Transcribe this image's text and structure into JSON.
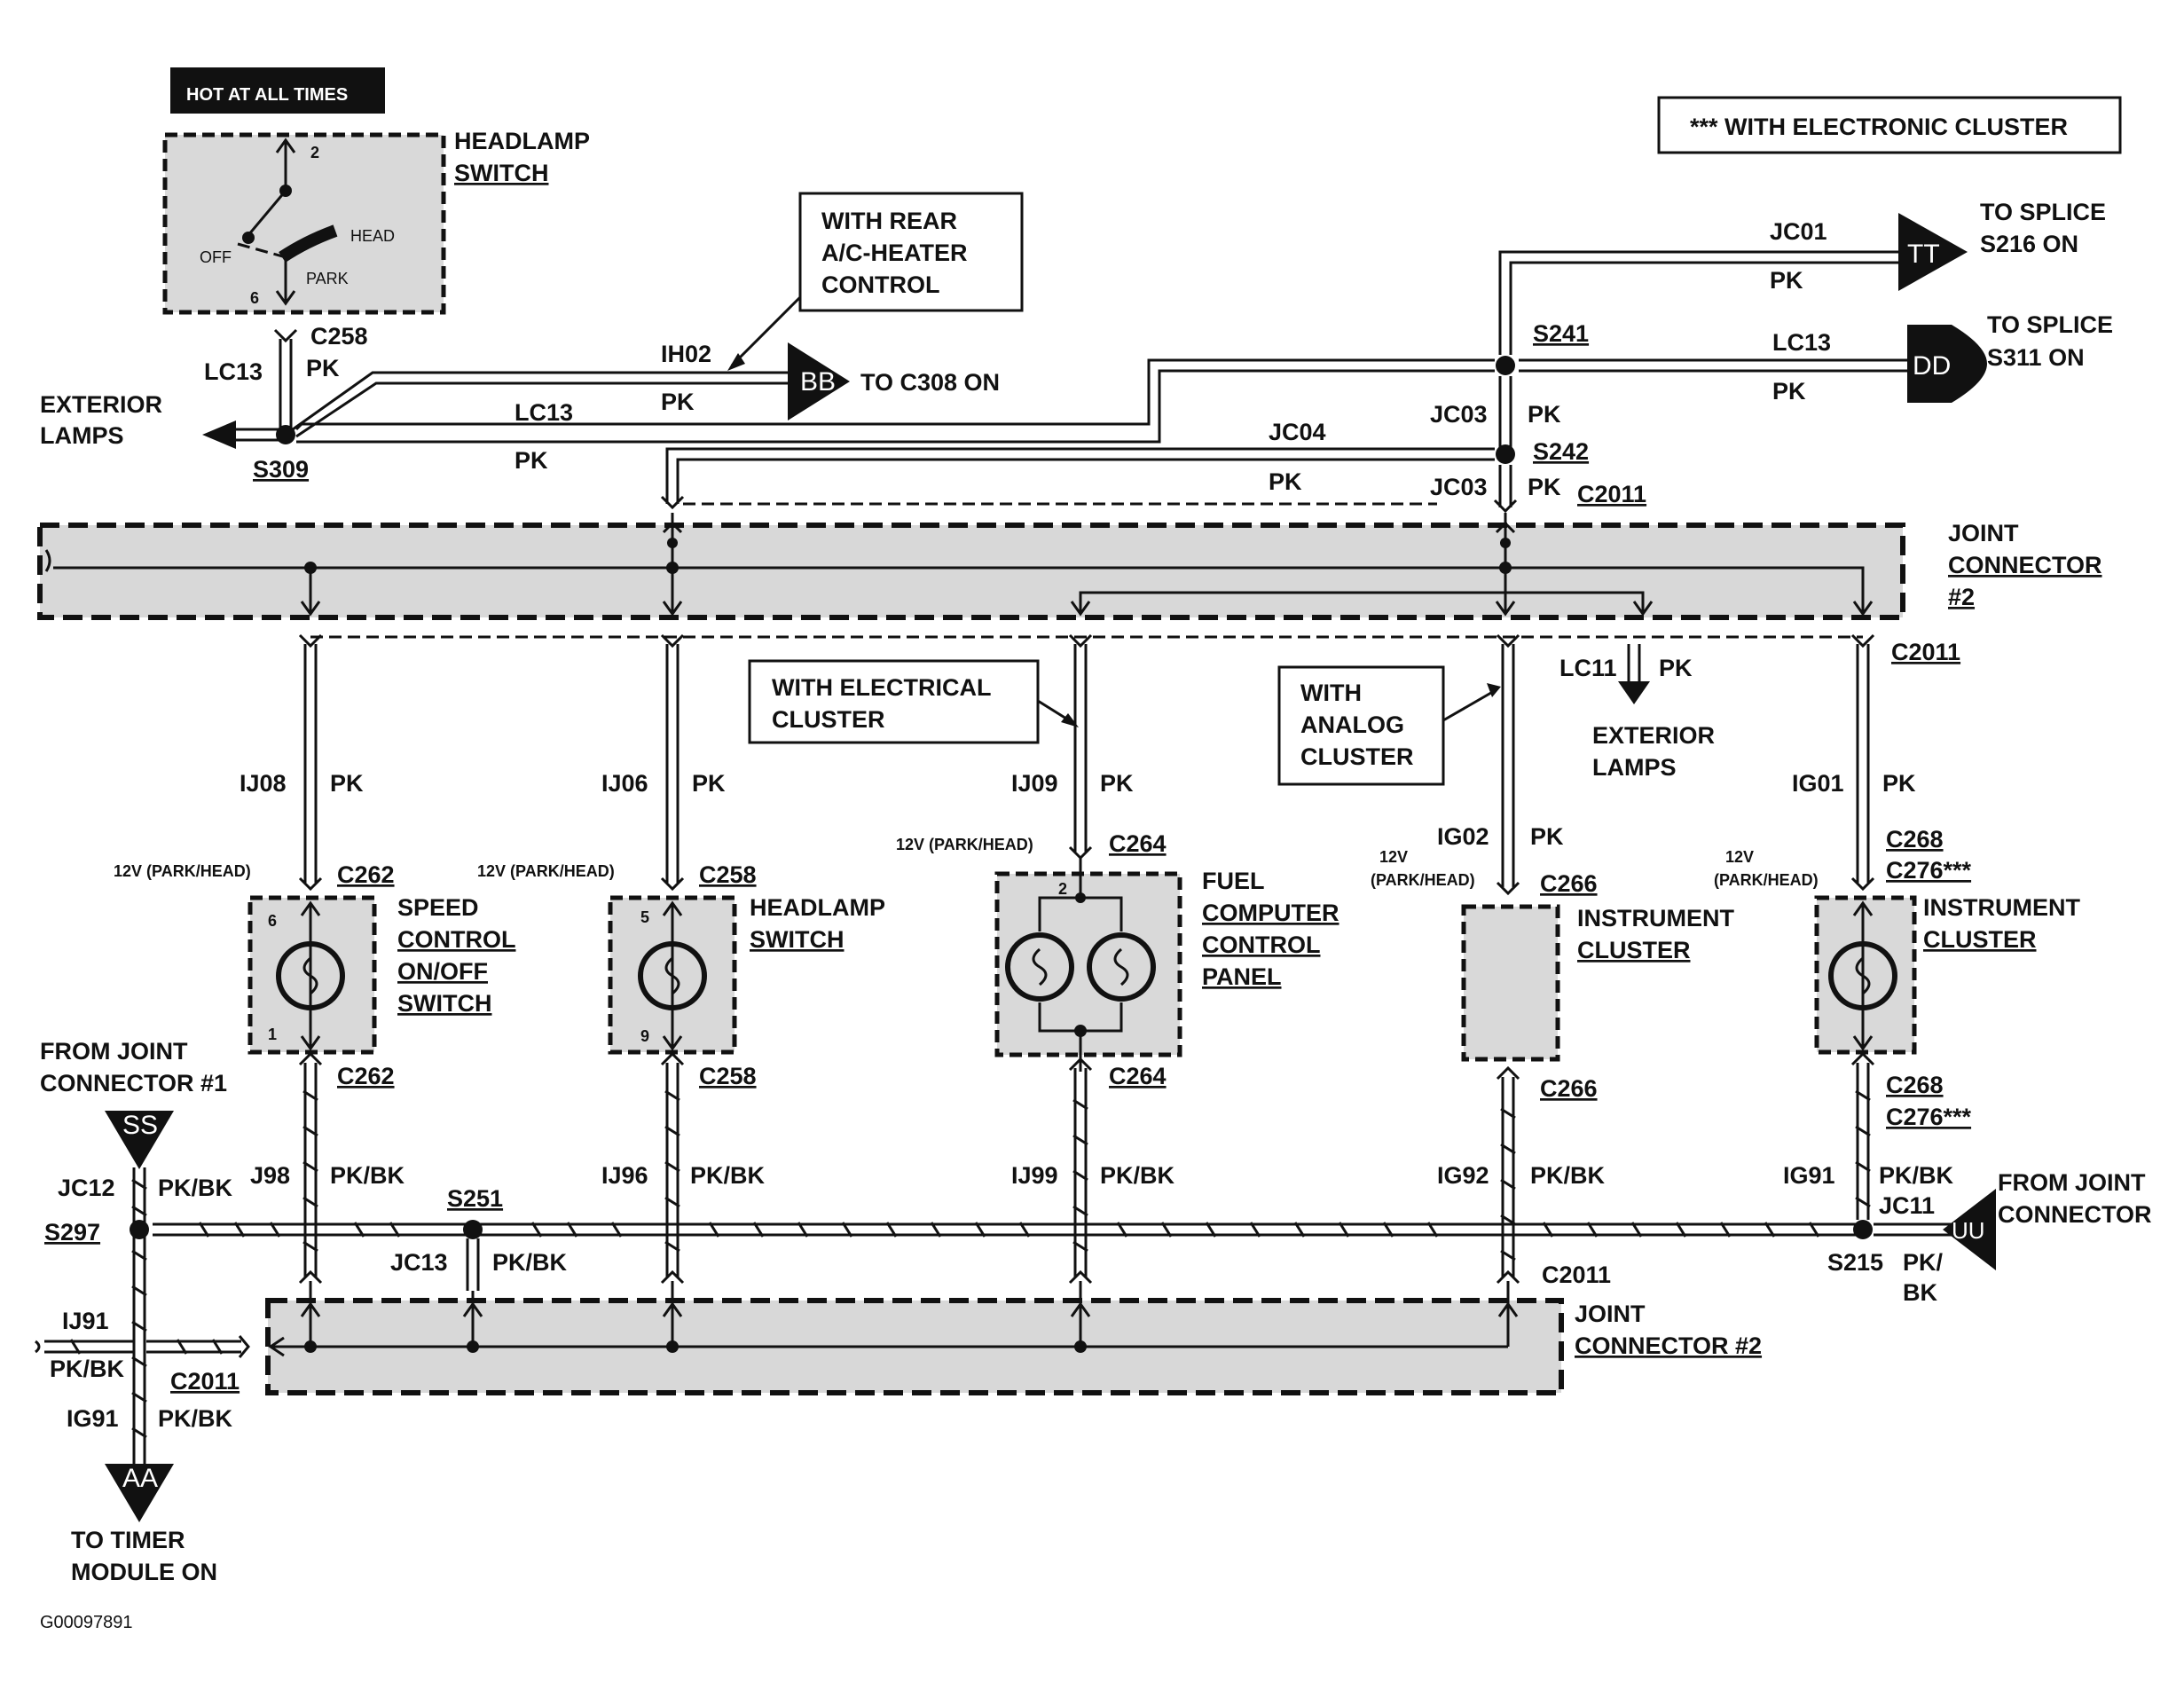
{
  "hot_label": "HOT AT ALL TIMES",
  "legend_note": "*** WITH ELECTRONIC CLUSTER",
  "figure_id": "G00097891",
  "headlamp_switch_top": {
    "title_1": "HEADLAMP",
    "title_2": "SWITCH",
    "pos_off": "OFF",
    "pos_head": "HEAD",
    "pos_park": "PARK",
    "pin_top": "2",
    "pin_bottom": "6",
    "connector": "C258",
    "color": "PK"
  },
  "left_area": {
    "exterior_lamps_1": "EXTERIOR",
    "exterior_lamps_2": "LAMPS",
    "circuit_lc13": "LC13",
    "splice_s309": "S309"
  },
  "rear_ac_note": {
    "line1": "WITH REAR",
    "line2": "A/C-HEATER",
    "line3": "CONTROL"
  },
  "top_wires": {
    "ih02": "IH02",
    "ih02_color": "PK",
    "bb_flag": "BB",
    "bb_dest": "TO C308 ON",
    "lc13_mid": "LC13",
    "lc13_mid_color": "PK",
    "jc01": "JC01",
    "jc01_color": "PK",
    "tt_flag": "TT",
    "tt_dest_1": "TO SPLICE",
    "tt_dest_2": "S216 ON",
    "s241": "S241",
    "lc13_right": "LC13",
    "lc13_right_color": "PK",
    "dd_flag": "DD",
    "dd_dest_1": "TO SPLICE",
    "dd_dest_2": "S311 ON",
    "jc03_a": "JC03",
    "jc03_a_color": "PK",
    "s242": "S242",
    "jc04": "JC04",
    "jc04_color": "PK",
    "jc03_b": "JC03",
    "jc03_b_color": "PK",
    "c2011_top": "C2011"
  },
  "joint_connector_top": {
    "line1": "JOINT",
    "line2": "CONNECTOR",
    "line3": "#2",
    "c2011": "C2011"
  },
  "notes": {
    "electrical_cluster_1": "WITH ELECTRICAL",
    "electrical_cluster_2": "CLUSTER",
    "analog_cluster_1": "WITH",
    "analog_cluster_2": "ANALOG",
    "analog_cluster_3": "CLUSTER"
  },
  "exterior_lamps_right": {
    "circuit": "LC11",
    "color": "PK",
    "line1": "EXTERIOR",
    "line2": "LAMPS"
  },
  "branches": [
    {
      "circuit": "IJ08",
      "color": "PK",
      "volt": "12V (PARK/HEAD)",
      "conn_top": "C262",
      "conn_bottom": "C262",
      "pin_top": "6",
      "pin_bottom": "1",
      "name_1": "SPEED",
      "name_2": "CONTROL",
      "name_3": "ON/OFF",
      "name_4": "SWITCH",
      "ret_circuit": "J98",
      "ret_color": "PK/BK"
    },
    {
      "circuit": "IJ06",
      "color": "PK",
      "volt": "12V (PARK/HEAD)",
      "conn_top": "C258",
      "conn_bottom": "C258",
      "pin_top": "5",
      "pin_bottom": "9",
      "name_1": "HEADLAMP",
      "name_2": "SWITCH",
      "ret_circuit": "IJ96",
      "ret_color": "PK/BK"
    },
    {
      "circuit": "IJ09",
      "color": "PK",
      "volt": "12V (PARK/HEAD)",
      "conn_top": "C264",
      "conn_bottom": "C264",
      "pin_top": "2",
      "name_1": "FUEL",
      "name_2": "COMPUTER",
      "name_3": "CONTROL",
      "name_4": "PANEL",
      "ret_circuit": "IJ99",
      "ret_color": "PK/BK"
    },
    {
      "circuit": "IG02",
      "color": "PK",
      "volt_1": "12V",
      "volt_2": "(PARK/HEAD)",
      "conn_top": "C266",
      "conn_bottom": "C266",
      "name_1": "INSTRUMENT",
      "name_2": "CLUSTER",
      "ret_circuit": "IG92",
      "ret_color": "PK/BK"
    },
    {
      "circuit": "IG01",
      "color": "PK",
      "volt_1": "12V",
      "volt_2": "(PARK/HEAD)",
      "conn_top": "C268",
      "conn_top_2": "C276***",
      "conn_bottom": "C268",
      "conn_bottom_2": "C276***",
      "name_1": "INSTRUMENT",
      "name_2": "CLUSTER",
      "ret_circuit": "IG91",
      "ret_color": "PK/BK"
    }
  ],
  "bottom": {
    "from_jc1_1": "FROM JOINT",
    "from_jc1_2": "CONNECTOR #1",
    "ss_flag": "SS",
    "jc12": "JC12",
    "jc12_color": "PK/BK",
    "s297": "S297",
    "s251": "S251",
    "jc13": "JC13",
    "jc13_color": "PK/BK",
    "ij91": "IJ91",
    "ij91_color": "PK/BK",
    "c2011_left": "C2011",
    "ig91": "IG91",
    "ig91_color": "PK/BK",
    "aa_flag": "AA",
    "timer_1": "TO TIMER",
    "timer_2": "MODULE ON",
    "jc11": "JC11",
    "s215": "S215",
    "s215_color_1": "PK/",
    "s215_color_2": "BK",
    "uu_flag": "UU",
    "from_jc_1": "FROM JOINT",
    "from_jc_2": "CONNECTOR",
    "c2011_bottom": "C2011",
    "jc2_bottom_1": "JOINT",
    "jc2_bottom_2": "CONNECTOR #2"
  }
}
